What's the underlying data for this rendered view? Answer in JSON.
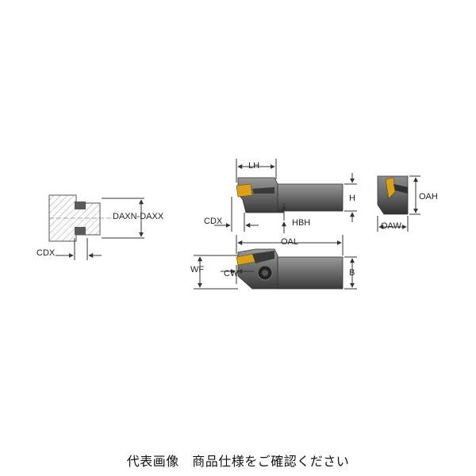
{
  "labels": {
    "daxn_daxx": "DAXN-DAXX",
    "cdx_left": "CDX",
    "lh": "LH",
    "h": "H",
    "cdx_top": "CDX",
    "hbh": "HBH",
    "oah": "OAH",
    "oaw": "OAW",
    "oal": "OAL",
    "wf": "WF",
    "cw": "CW",
    "b": "B"
  },
  "caption": "代表画像　商品仕様をご確認ください",
  "colors": {
    "body_dark": "#4a4a4a",
    "body_mid": "#7a7a7a",
    "body_light": "#b8b8b8",
    "insert_gold": "#d9a21a",
    "hatch": "#999999"
  }
}
